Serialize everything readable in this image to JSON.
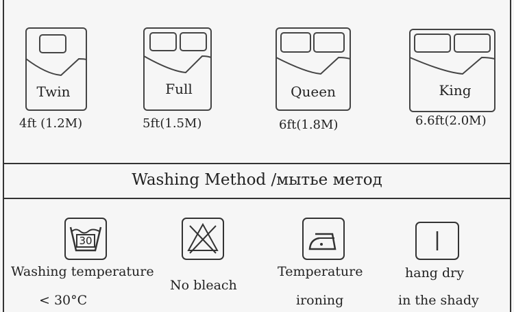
{
  "beds": [
    {
      "name": "Twin",
      "size": "4ft (1.2M)"
    },
    {
      "name": "Full",
      "size": "5ft(1.5M)"
    },
    {
      "name": "Queen",
      "size": "6ft(1.8M)"
    },
    {
      "name": "King",
      "size": "6.6ft(2.0M)"
    }
  ],
  "washing": {
    "heading": "Washing Method /мытье метод",
    "items": [
      {
        "icon_value": "30",
        "line1": "Washing temperature",
        "line2": "< 30°C"
      },
      {
        "line1": "No bleach",
        "line2": ""
      },
      {
        "line1": "Temperature",
        "line2": "ironing"
      },
      {
        "line1": "hang dry",
        "line2": "in the shady"
      }
    ]
  }
}
